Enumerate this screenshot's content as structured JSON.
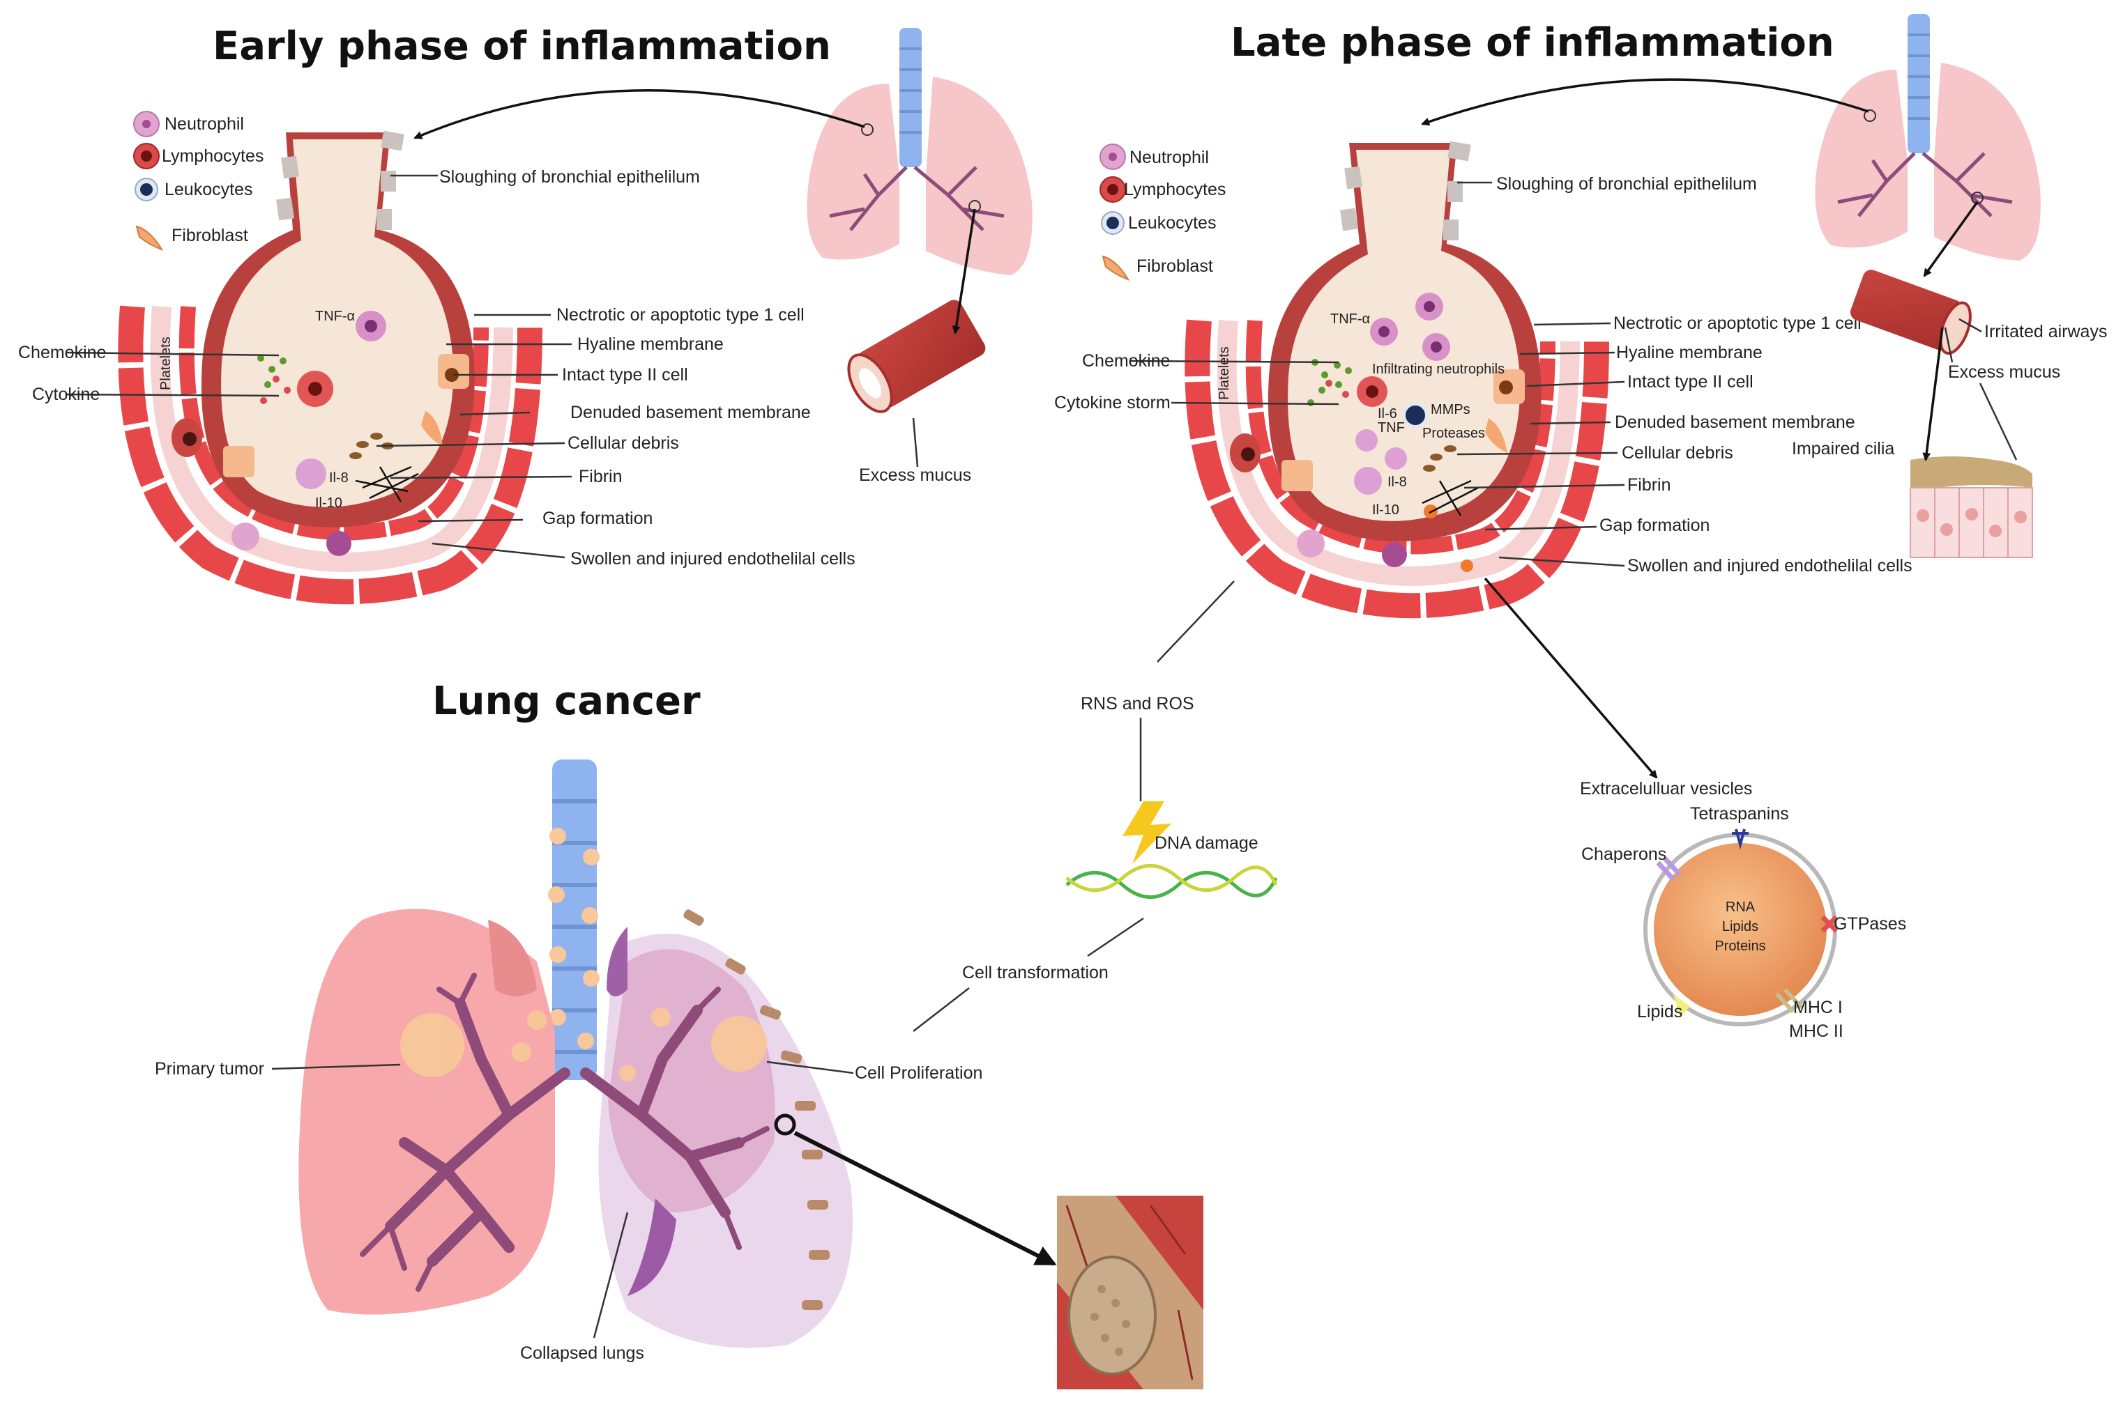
{
  "titles": {
    "early": "Early phase of inflammation",
    "late": "Late phase of inflammation",
    "cancer": "Lung cancer"
  },
  "early": {
    "legend": {
      "neutrophil": "Neutrophil",
      "lymphocytes": "Lymphocytes",
      "leukocytes": "Leukocytes",
      "fibroblast": "Fibroblast"
    },
    "labels": {
      "sloughing": "Sloughing of bronchial epithelilum",
      "necrotic": "Nectrotic or apoptotic type 1 cell",
      "hyaline": "Hyaline membrane",
      "intact": "Intact type II cell",
      "denuded": "Denuded basement membrane",
      "debris": "Cellular debris",
      "fibrin": "Fibrin",
      "gap": "Gap formation",
      "swollen": "Swollen and injured endothelilal cells",
      "chemokine": "Chemokine",
      "cytokine": "Cytokine",
      "platelets": "Platelets",
      "tnf": "TNF-α",
      "il8": "Il-8",
      "il10": "Il-10",
      "excess_mucus": "Excess mucus"
    }
  },
  "late": {
    "legend": {
      "neutrophil": "Neutrophil",
      "lymphocytes": "Lymphocytes",
      "leukocytes": "Leukocytes",
      "fibroblast": "Fibroblast"
    },
    "labels": {
      "sloughing": "Sloughing of bronchial epithelilum",
      "necrotic": "Nectrotic or apoptotic type 1 cell",
      "hyaline": "Hyaline membrane",
      "intact": "Intact type II cell",
      "denuded": "Denuded basement membrane",
      "debris": "Cellular debris",
      "fibrin": "Fibrin",
      "gap": "Gap formation",
      "swollen": "Swollen and injured endothelilal cells",
      "chemokine": "Chemokine",
      "cytokine_storm": "Cytokine storm",
      "platelets": "Platelets",
      "tnf_alpha": "TNF-α",
      "infiltrating": "Infiltrating neutrophils",
      "il6": "Il-6",
      "tnf": "TNF",
      "mmps": "MMPs",
      "proteases": "Proteases",
      "il8": "Il-8",
      "il10": "Il-10",
      "irritated": "Irritated airways",
      "excess_mucus": "Excess mucus",
      "impaired_cilia": "Impaired cilia"
    }
  },
  "middle": {
    "rns_ros": "RNS and ROS",
    "dna_damage": "DNA damage",
    "cell_transformation": "Cell transformation"
  },
  "vesicle": {
    "title": "Extracelulluar vesicles",
    "tetraspanins": "Tetraspanins",
    "chaperons": "Chaperons",
    "gtpases": "GTPases",
    "lipids_label": "Lipids",
    "mhc1": "MHC I",
    "mhc2": "MHC II",
    "core": [
      "RNA",
      "Lipids",
      "Proteins"
    ]
  },
  "cancer": {
    "primary_tumor": "Primary tumor",
    "cell_proliferation": "Cell Proliferation",
    "collapsed_lungs": "Collapsed lungs"
  },
  "colors": {
    "lung_pink": "#f6c6c8",
    "airway_red": "#e8474a",
    "trachea_blue": "#8fb3ee",
    "alveolus_beige": "#f6e6d8",
    "tumor_peach": "#f8c79a",
    "vessel_purple": "#8e4a78",
    "vesicle_orange": "#f0a060"
  }
}
